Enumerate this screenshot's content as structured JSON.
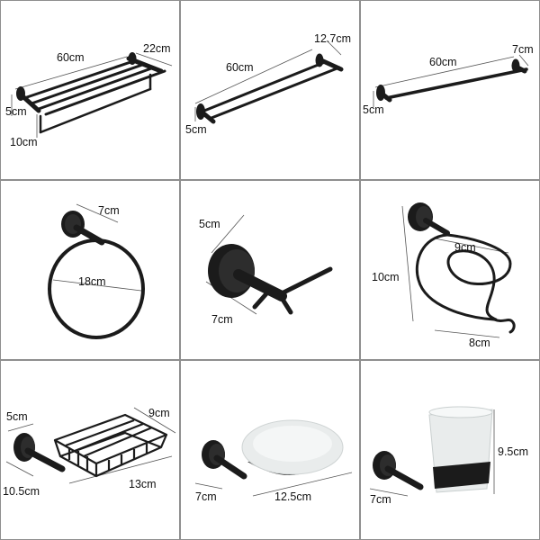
{
  "products": [
    {
      "name": "double towel shelf",
      "labels": {
        "length": "60cm",
        "depth": "22cm",
        "base": "5cm",
        "rack": "10cm"
      }
    },
    {
      "name": "double towel bar",
      "labels": {
        "length": "60cm",
        "depth": "12.7cm",
        "base": "5cm"
      }
    },
    {
      "name": "single towel bar",
      "labels": {
        "length": "60cm",
        "depth": "7cm",
        "base": "5cm"
      }
    },
    {
      "name": "towel ring",
      "labels": {
        "depth": "7cm",
        "diameter": "18cm"
      }
    },
    {
      "name": "robe hook",
      "labels": {
        "base": "5cm",
        "depth": "7cm"
      }
    },
    {
      "name": "hair dryer holder",
      "labels": {
        "width": "9cm",
        "height": "10cm",
        "bottom": "8cm"
      }
    },
    {
      "name": "soap basket",
      "labels": {
        "base": "5cm",
        "depth_top": "9cm",
        "depth": "10.5cm",
        "length": "13cm"
      }
    },
    {
      "name": "soap dish",
      "labels": {
        "depth": "7cm",
        "diameter": "12.5cm"
      }
    },
    {
      "name": "tumbler holder",
      "labels": {
        "height": "9.5cm",
        "depth": "7cm"
      }
    }
  ],
  "colors": {
    "metal": "#1b1b1b",
    "frost": "#e9ecec",
    "line": "#555555",
    "border": "#8f8f8f"
  }
}
